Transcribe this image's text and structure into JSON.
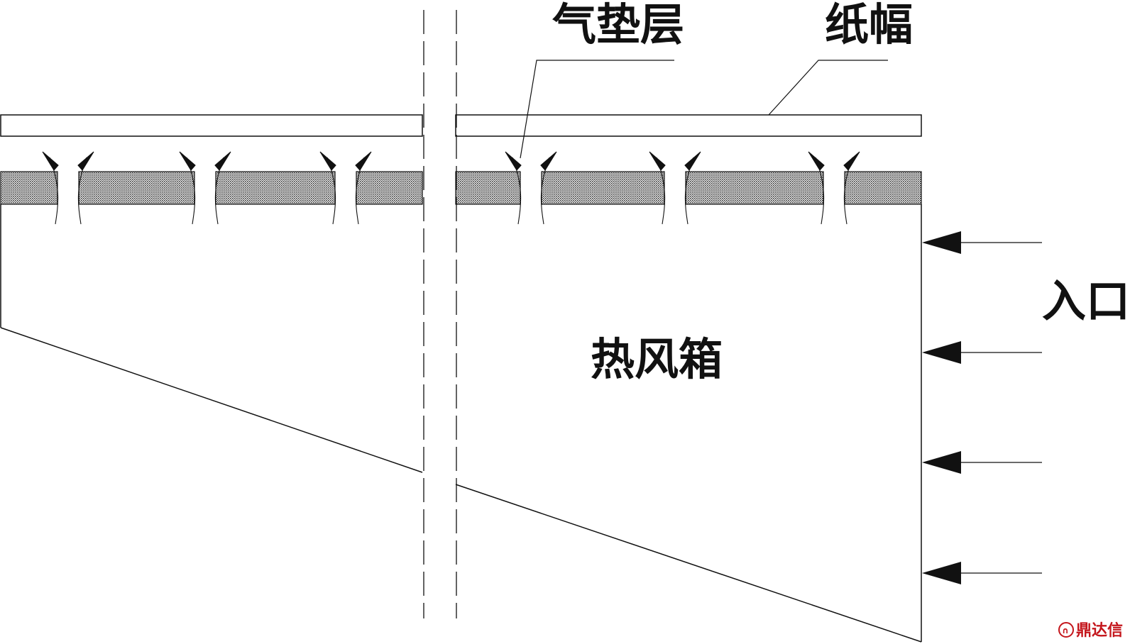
{
  "labels": {
    "air_cushion_layer": "气垫层",
    "paper_web": "纸幅",
    "hot_air_box": "热风箱",
    "inlet": "入口"
  },
  "watermark": {
    "text": "鼎达信",
    "icon": "dingdaxin-logo-icon"
  },
  "colors": {
    "line": "#111111",
    "hatch": "#4a4a4a",
    "background": "#ffffff",
    "watermark": "#c4161c"
  }
}
